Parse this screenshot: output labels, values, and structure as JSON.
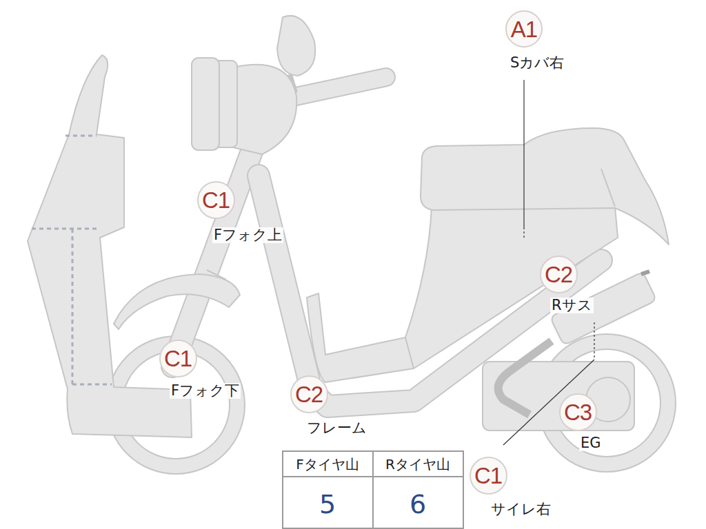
{
  "diagram": {
    "nodes": [
      {
        "text": [
          "A1",
          "Sカバ右"
        ]
      },
      {
        "text": [
          "C1",
          "Fフォク上"
        ]
      },
      {
        "text": [
          "C2",
          "Rサス"
        ]
      },
      {
        "text": [
          "C1",
          "Fフォク下"
        ]
      },
      {
        "text": [
          "C2",
          "フレーム"
        ]
      },
      {
        "text": [
          "C3",
          "EG"
        ]
      },
      {
        "text": [
          "C1",
          "サイレ右"
        ]
      }
    ],
    "labels": [
      "Fタイヤ山",
      "Rタイヤ山",
      "5",
      "6"
    ]
  }
}
